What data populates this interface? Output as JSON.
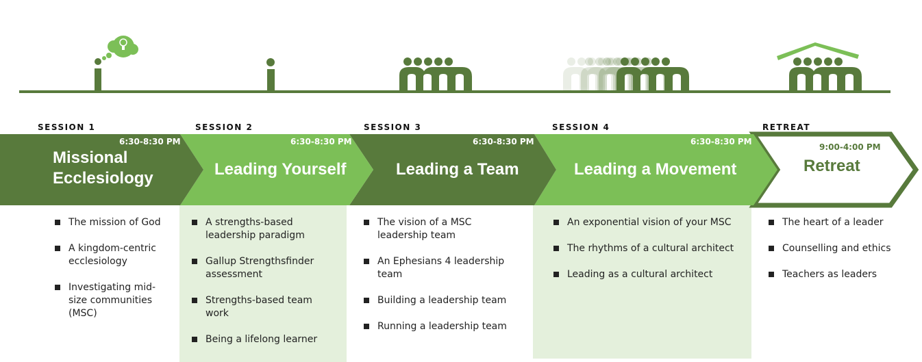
{
  "colors": {
    "dark": "#587a3c",
    "light": "#7cbf57",
    "pale": "#e4f0dc"
  },
  "icons": [
    "person-with-idea-icon",
    "person-icon",
    "group-icon",
    "multiplying-groups-icon",
    "house-group-icon"
  ],
  "sessions": [
    {
      "label": "SESSION 1",
      "time": "6:30-8:30 PM",
      "title_lines": [
        "Missional",
        "Ecclesiology"
      ],
      "items": [
        "The mission of God",
        "A kingdom-centric ecclesiology",
        "Investigating mid-size communities (MSC)"
      ]
    },
    {
      "label": "SESSION 2",
      "time": "6:30-8:30 PM",
      "title": "Leading Yourself",
      "items": [
        "A strengths-based leadership paradigm",
        "Gallup Strengthsfinder assessment",
        "Strengths-based team work",
        "Being a lifelong learner"
      ]
    },
    {
      "label": "SESSION 3",
      "time": "6:30-8:30 PM",
      "title": "Leading a Team",
      "items": [
        "The vision of a MSC leadership team",
        "An Ephesians 4 leadership team",
        "Building a leadership team",
        "Running a leadership team"
      ]
    },
    {
      "label": "SESSION 4",
      "time": "6:30-8:30 PM",
      "title": "Leading a Movement",
      "items": [
        "An exponential vision of your MSC",
        "The rhythms of a cultural architect",
        "Leading as a cultural architect"
      ]
    },
    {
      "label": "RETREAT",
      "time": "9:00-4:00 PM",
      "title": "Retreat",
      "items": [
        "The heart of a leader",
        "Counselling and ethics",
        "Teachers as leaders"
      ]
    }
  ]
}
